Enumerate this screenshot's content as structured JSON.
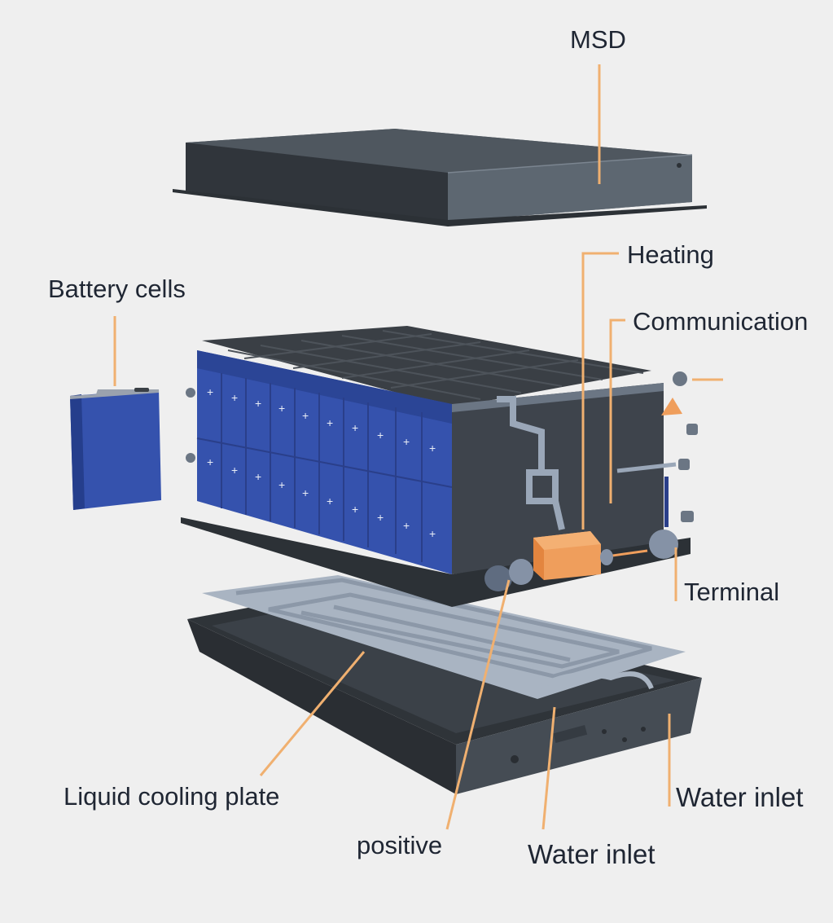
{
  "title": "Battery pack exploded view",
  "colors": {
    "leader": "#f0b070",
    "text": "#1f2633",
    "cell_blue": "#3552ad",
    "housing": "#3e444c",
    "lid": "#5b646e",
    "plate": "#a9b4c2",
    "heater": "#ee9450"
  },
  "labels": {
    "msd": "MSD",
    "heating": "Heating",
    "communication": "Communication",
    "battery_cells": "Battery cells",
    "terminal": "Terminal",
    "liquid_cooling_plate": "Liquid cooling plate",
    "positive": "positive",
    "water_inlet_bottom": "Water inlet",
    "water_inlet_right": "Water inlet"
  }
}
